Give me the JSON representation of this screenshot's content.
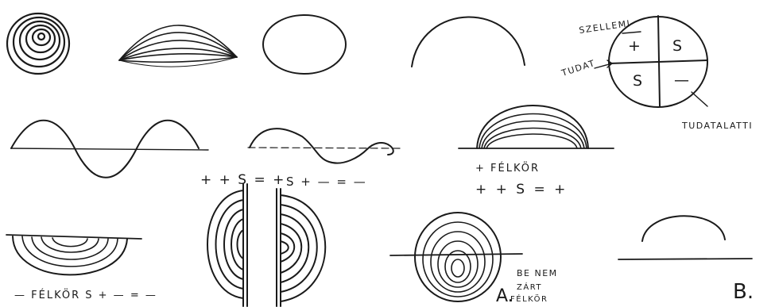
{
  "circle_diagram": {
    "label_spiritual": "SZELLEMI",
    "label_conscious": "TUDAT",
    "label_subconscious": "TUDATALATTI",
    "quadrant_top_left": "+",
    "quadrant_top_right": "S",
    "quadrant_bottom_left": "S",
    "quadrant_bottom_right": "—"
  },
  "plus_semicircle": {
    "label": "+ FÉLKÖR",
    "formula": "+ + S = +"
  },
  "center_formulas": {
    "left": "+ + S = +",
    "right": "S + — = —"
  },
  "minus_semicircle": {
    "label": "— FÉLKÖR  S + — = —"
  },
  "figure_a": {
    "letter": "A.",
    "caption_line1": "BE NEM",
    "caption_line2": "ZÁRT",
    "caption_line3": "FÉLKÖR"
  },
  "figure_b": {
    "letter": "B."
  }
}
